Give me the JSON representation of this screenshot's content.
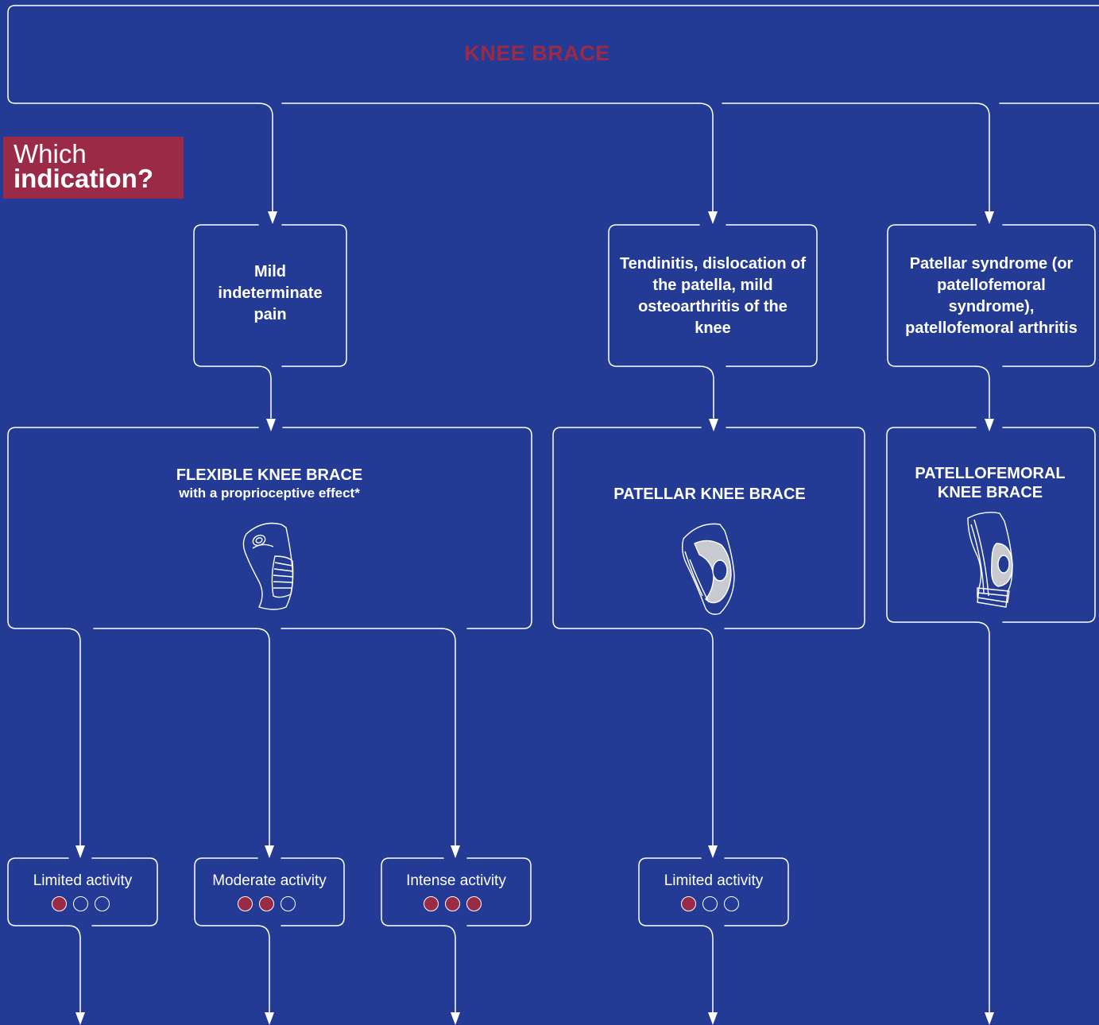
{
  "title": "KNEE BRACE",
  "question": {
    "line1": "Which",
    "line2": "indication?"
  },
  "indications": [
    {
      "label": "Mild indeterminate pain"
    },
    {
      "label": "Tendinitis, dislocation of the patella, mild osteoarthritis of the knee"
    },
    {
      "label": "Patellar syndrome (or patellofemoral syndrome), patellofemoral arthritis"
    }
  ],
  "braces": [
    {
      "name": "FLEXIBLE KNEE BRACE",
      "subtitle": "with a proprioceptive effect*"
    },
    {
      "name": "PATELLAR KNEE BRACE",
      "subtitle": ""
    },
    {
      "name": "PATELLOFEMORAL KNEE BRACE",
      "subtitle": ""
    }
  ],
  "activities": [
    {
      "label": "Limited activity",
      "level": 1,
      "max": 3
    },
    {
      "label": "Moderate activity",
      "level": 2,
      "max": 3
    },
    {
      "label": "Intense activity",
      "level": 3,
      "max": 3
    },
    {
      "label": "Limited activity",
      "level": 1,
      "max": 3
    }
  ],
  "colors": {
    "background": "#243b96",
    "accent": "#9a2a45",
    "line": "#ffffff",
    "product_fill": "#c8cacf"
  }
}
